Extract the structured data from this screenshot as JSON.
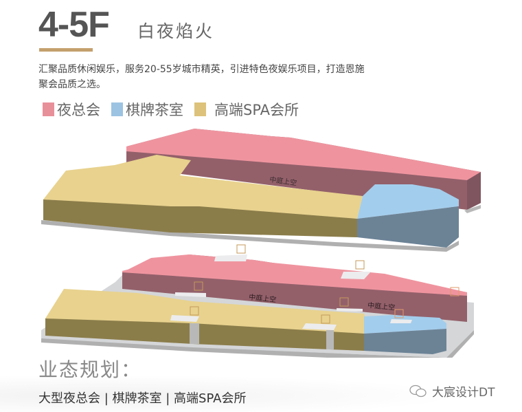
{
  "header": {
    "floor": "4-5F",
    "subtitle": "白夜焰火"
  },
  "description": {
    "line1": "汇聚品质休闲娱乐，服务20-55岁城市精英，引进特色夜娱乐项目，打造恩施",
    "line2": "聚会品质之选。"
  },
  "legend": [
    {
      "label": "夜总会",
      "color": "#e8909a"
    },
    {
      "label": "棋牌茶室",
      "color": "#9cc3e2"
    },
    {
      "label": "高端SPA会所",
      "color": "#dcc27a"
    }
  ],
  "plan": {
    "atrium_label": "中庭上空",
    "colors": {
      "pink_top": "#ef949f",
      "pink_side": "#93606a",
      "yellow_top": "#e8d28e",
      "yellow_side": "#8b7d4a",
      "blue_top": "#a3cdec",
      "blue_side": "#6c8396",
      "base": "#b8b8b8",
      "base_top": "#d4d6d8"
    }
  },
  "zoning": {
    "title": "业态规划：",
    "list": "大型夜总会 | 棋牌茶室 | 高端SPA会所"
  },
  "watermark": {
    "icon": "wechat-icon",
    "text": "大宸设计DT"
  }
}
